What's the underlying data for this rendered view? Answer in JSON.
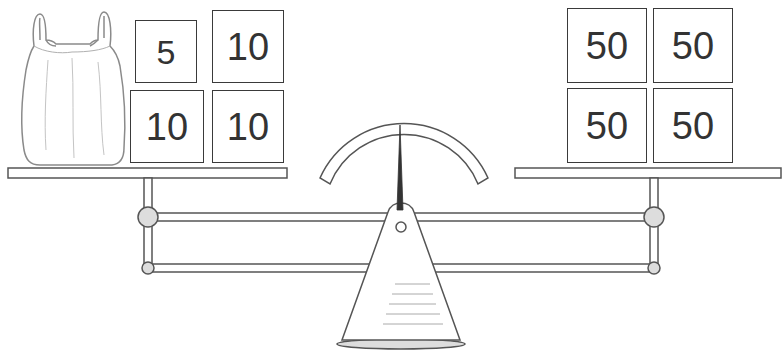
{
  "diagram": {
    "nodes": [
      {
        "text": [
          "5"
        ]
      },
      {
        "text": [
          "10"
        ]
      },
      {
        "text": [
          "50"
        ]
      },
      {
        "text": [
          "50"
        ]
      },
      {
        "text": [
          "10"
        ]
      },
      {
        "text": [
          "10"
        ]
      },
      {
        "text": [
          "50"
        ]
      },
      {
        "text": [
          "50"
        ]
      }
    ]
  }
}
